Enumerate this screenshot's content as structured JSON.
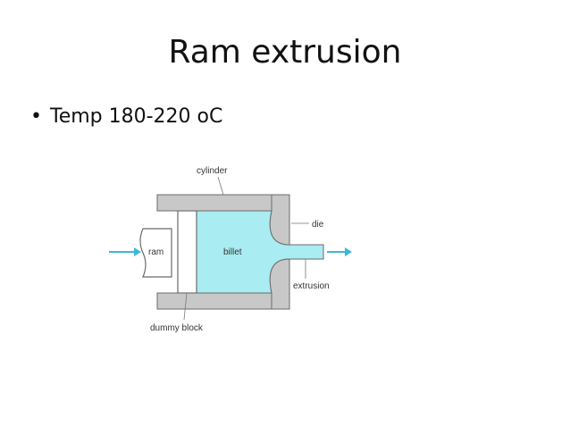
{
  "slide": {
    "title": "Ram extrusion",
    "bullets": [
      {
        "marker": "•",
        "text": "Temp 180-220 oC"
      }
    ]
  },
  "diagram": {
    "labels": {
      "cylinder": "cylinder",
      "die": "die",
      "ram": "ram",
      "billet": "billet",
      "extrusion": "extrusion",
      "dummy_block": "dummy block"
    },
    "colors": {
      "metal": "#c8c8c8",
      "metal_stroke": "#6a6a6a",
      "billet": "#a9ecf2",
      "arrow": "#3bb8d8",
      "leader": "#777777"
    }
  }
}
